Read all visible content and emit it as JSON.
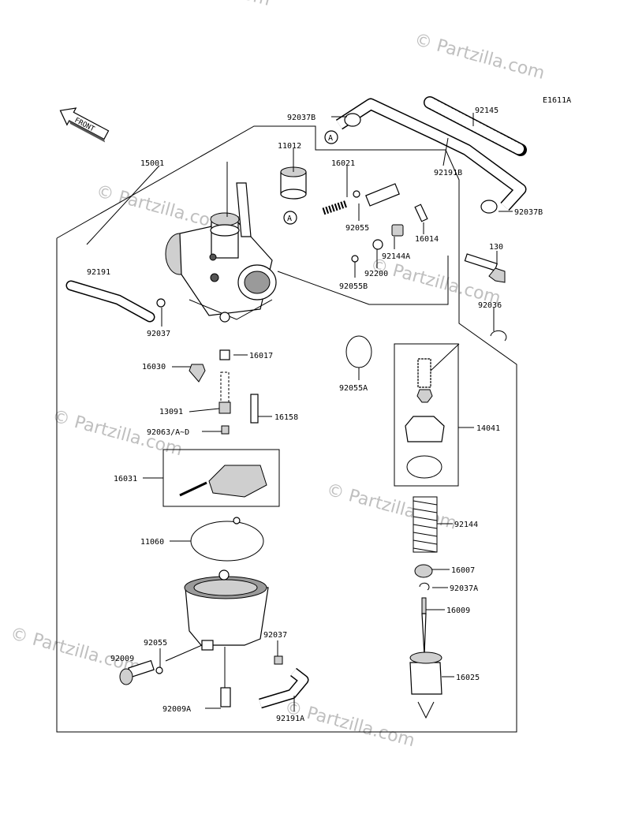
{
  "diagram_code": "E1611A",
  "front_label": "FRONT",
  "watermark": "© Partzilla.com",
  "callouts": {
    "p92037B": "92037B",
    "pA1": "A",
    "p92145": "92145",
    "p92191B": "92191B",
    "p92037B_2": "92037B",
    "p11012": "11012",
    "p15001": "15001",
    "p16021": "16021",
    "pA2": "A",
    "p92055": "92055",
    "p16014": "16014",
    "p92144A": "92144A",
    "p130": "130",
    "p92200": "92200",
    "p92055B": "92055B",
    "p92191": "92191",
    "p92037": "92037",
    "p92036": "92036",
    "p16017": "16017",
    "p16030": "16030",
    "p92055A": "92055A",
    "p13091": "13091",
    "p16158": "16158",
    "p92063": "92063/A~D",
    "p14041": "14041",
    "p16031": "16031",
    "p11060": "11060",
    "p92144": "92144",
    "p16007": "16007",
    "p92037A": "92037A",
    "p16009": "16009",
    "p92055_2": "92055",
    "p92037_2": "92037",
    "p92009": "92009",
    "p16025": "16025",
    "p92009A": "92009A",
    "p92191A": "92191A"
  }
}
